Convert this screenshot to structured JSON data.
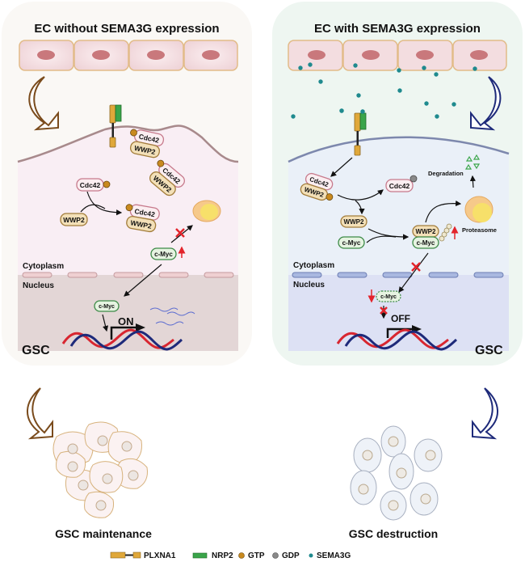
{
  "left_panel": {
    "title": "EC without SEMA3G expression",
    "labels": {
      "cytoplasm": "Cytoplasm",
      "nucleus": "Nucleus",
      "cell": "GSC",
      "switch": "ON"
    },
    "proteins": {
      "cdc42": "Cdc42",
      "wwp2": "WWP2",
      "cmyc": "c-Myc"
    },
    "outcome": "GSC maintenance",
    "colors": {
      "panel_bg": "#faf8f5",
      "cyto": "#f9eef4",
      "nucleus": "#e3d6d6",
      "arrow": "#7a4b1c"
    }
  },
  "right_panel": {
    "title": "EC with SEMA3G expression",
    "labels": {
      "cytoplasm": "Cytoplasm",
      "nucleus": "Nucleus",
      "cell": "GSC",
      "switch": "OFF",
      "degradation": "Degradation",
      "proteasome": "Proteasome"
    },
    "proteins": {
      "cdc42": "Cdc42",
      "wwp2": "WWP2",
      "cmyc": "c-Myc"
    },
    "outcome": "GSC destruction",
    "colors": {
      "panel_bg": "#eef6f1",
      "cyto": "#eaf0f8",
      "nucleus": "#dde1f4",
      "arrow": "#1e2a7a"
    }
  },
  "legend": [
    {
      "icon": "plxna1-icon",
      "label": "PLXNA1"
    },
    {
      "icon": "nrp2-icon",
      "label": "NRP2"
    },
    {
      "icon": "gtp-icon",
      "label": "GTP"
    },
    {
      "icon": "gdp-icon",
      "label": "GDP"
    },
    {
      "icon": "sema3g-icon",
      "label": "SEMA3G"
    }
  ],
  "colors": {
    "dna_red": "#d82630",
    "dna_blue": "#1e2a7a",
    "sema3g": "#1f8a8e",
    "inhibit_red": "#e3242b",
    "plxna1": "#e0a83a",
    "nrp2": "#3aa54a"
  }
}
